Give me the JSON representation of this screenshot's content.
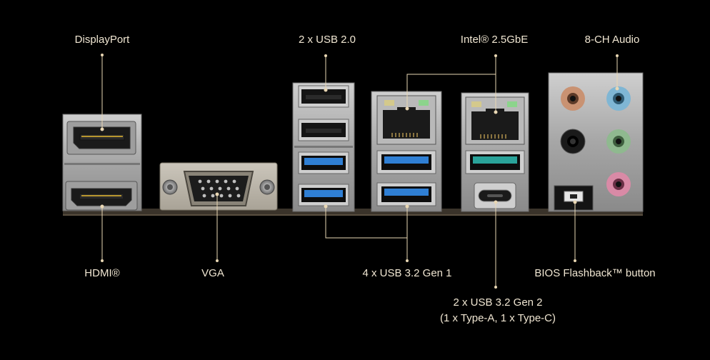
{
  "colors": {
    "background": "#000000",
    "label_text": "#f0e6d2",
    "leader_line": "#e9d7b4",
    "metal": "#a9a9a9",
    "usb3_blue": "#2f7fd4",
    "usb32g2_teal": "#2aa39a",
    "audio_orange": "#c99272",
    "audio_blue": "#7fb6d4",
    "audio_black": "#1a1a1a",
    "audio_green": "#8fb98f",
    "audio_pink": "#d98aa6"
  },
  "labels": {
    "displayport": "DisplayPort",
    "usb20": "2 x USB 2.0",
    "lan": "Intel® 2.5GbE",
    "audio": "8-CH Audio",
    "hdmi": "HDMI®",
    "vga": "VGA",
    "usb32g1": "4 x USB 3.2 Gen 1",
    "bios": "BIOS Flashback™ button",
    "usb32g2_line1": "2 x USB 3.2 Gen 2",
    "usb32g2_line2": "(1 x Type-A, 1 x Type-C)"
  },
  "icons": [
    "displayport-port",
    "hdmi-port",
    "vga-port",
    "usb-a-port",
    "rj45-port",
    "usb-c-port",
    "audio-jack",
    "bios-flashback-button"
  ]
}
